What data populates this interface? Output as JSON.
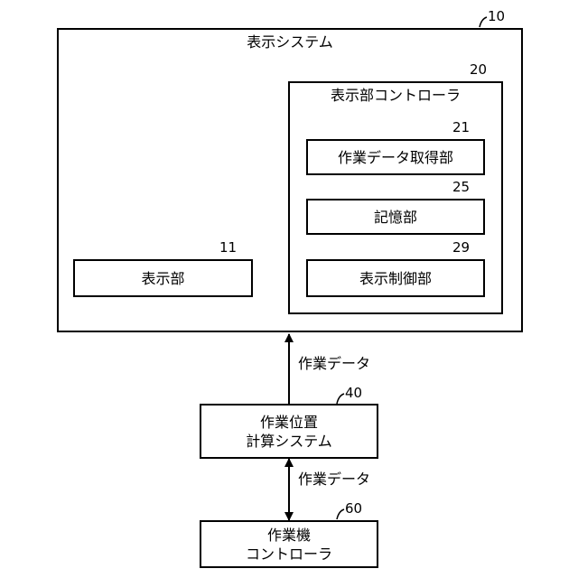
{
  "display_system": {
    "title": "表示システム",
    "ref": "10"
  },
  "display_controller": {
    "title": "表示部コントローラ",
    "ref": "20"
  },
  "work_data_acquisition": {
    "label": "作業データ取得部",
    "ref": "21"
  },
  "storage": {
    "label": "記憶部",
    "ref": "25"
  },
  "display_control": {
    "label": "表示制御部",
    "ref": "29"
  },
  "display_unit": {
    "label": "表示部",
    "ref": "11"
  },
  "position_system": {
    "line1": "作業位置",
    "line2": "計算システム",
    "ref": "40"
  },
  "machine_controller": {
    "line1": "作業機",
    "line2": "コントローラ",
    "ref": "60"
  },
  "arrows": {
    "upper_label": "作業データ",
    "lower_label": "作業データ"
  }
}
